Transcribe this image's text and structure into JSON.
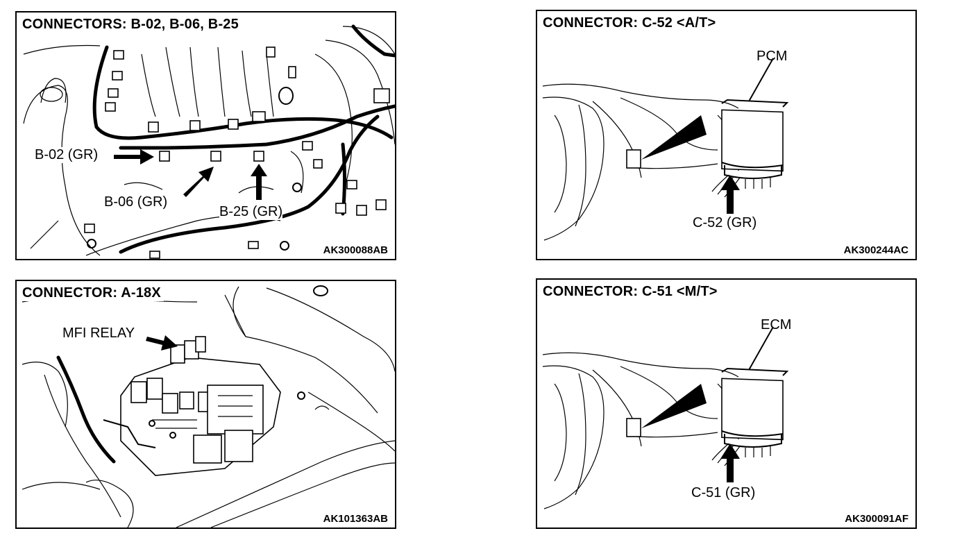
{
  "panels": {
    "b_connectors": {
      "title": "CONNECTORS: B-02, B-06, B-25",
      "labels": {
        "b02": "B-02 (GR)",
        "b06": "B-06 (GR)",
        "b25": "B-25 (GR)"
      },
      "code": "AK300088AB"
    },
    "c52": {
      "title": "CONNECTOR: C-52 <A/T>",
      "module_label": "PCM",
      "connector_label": "C-52 (GR)",
      "code": "AK300244AC"
    },
    "a18x": {
      "title": "CONNECTOR: A-18X",
      "relay_label": "MFI RELAY",
      "code": "AK101363AB"
    },
    "c51": {
      "title": "CONNECTOR: C-51 <M/T>",
      "module_label": "ECM",
      "connector_label": "C-51 (GR)",
      "code": "AK300091AF"
    }
  }
}
